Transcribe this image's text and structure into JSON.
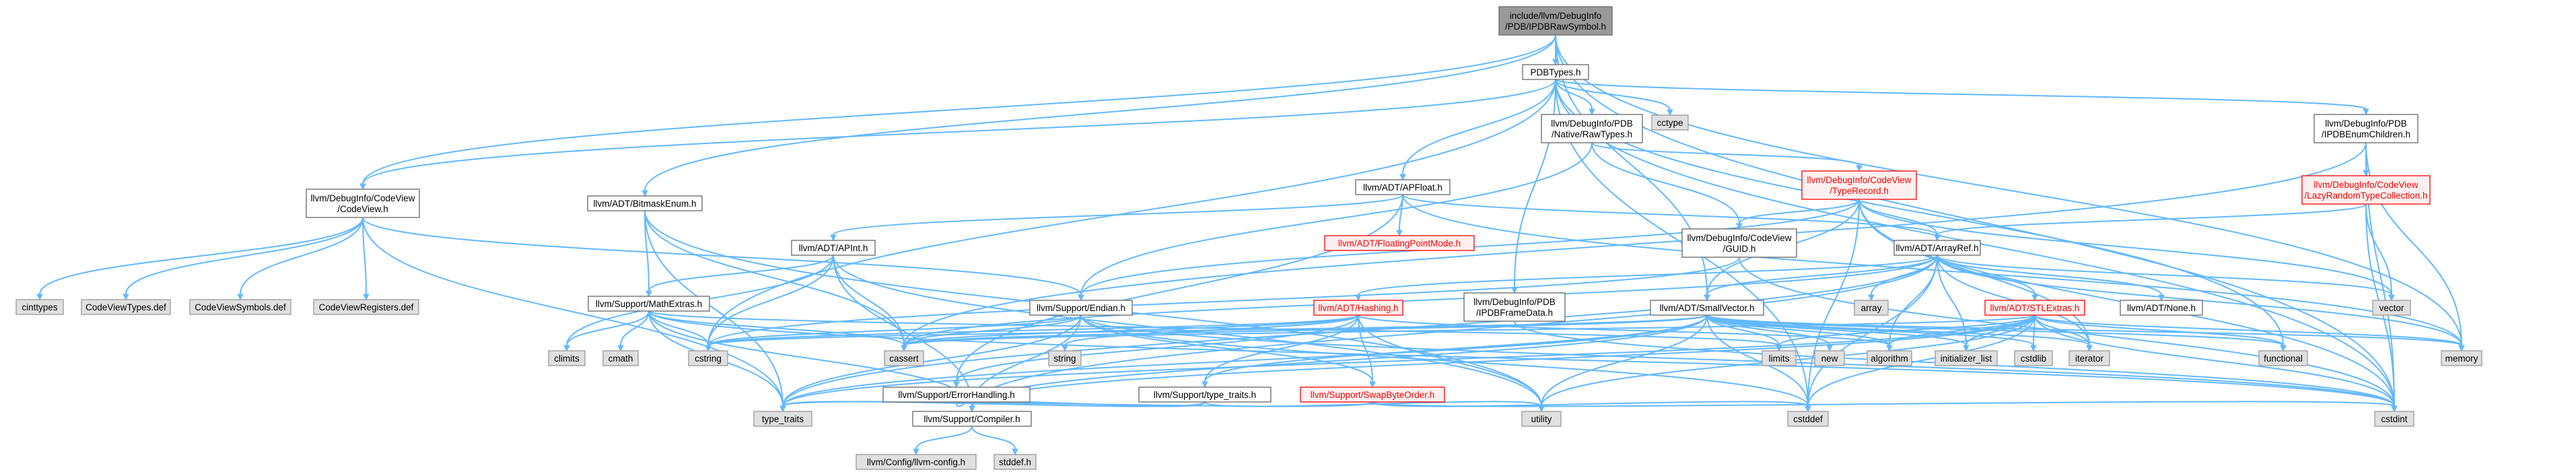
{
  "graph": {
    "colors": {
      "edge": "#63b8ff",
      "root_fill": "#999999",
      "node_fill": "#ffffff",
      "system_fill": "#e0e0e0",
      "missing_fill": "#fff0f0",
      "missing_border": "#ff0000"
    },
    "nodes": [
      {
        "id": "root",
        "lines": [
          "include/llvm/DebugInfo",
          "/PDB/IPDBRawSymbol.h"
        ],
        "style": "root"
      },
      {
        "id": "pdbtypes",
        "lines": [
          "PDBTypes.h"
        ],
        "style": "normal"
      },
      {
        "id": "codeview",
        "lines": [
          "llvm/DebugInfo/CodeView",
          "/CodeView.h"
        ],
        "style": "normal"
      },
      {
        "id": "bitmaskenum",
        "lines": [
          "llvm/ADT/BitmaskEnum.h"
        ],
        "style": "normal"
      },
      {
        "id": "apfloat",
        "lines": [
          "llvm/ADT/APFloat.h"
        ],
        "style": "normal"
      },
      {
        "id": "nativerawtypes",
        "lines": [
          "llvm/DebugInfo/PDB",
          "/Native/RawTypes.h"
        ],
        "style": "normal"
      },
      {
        "id": "cctype",
        "lines": [
          "cctype"
        ],
        "style": "system"
      },
      {
        "id": "ipdbenumchildren",
        "lines": [
          "llvm/DebugInfo/PDB",
          "/IPDBEnumChildren.h"
        ],
        "style": "normal"
      },
      {
        "id": "typerecord",
        "lines": [
          "llvm/DebugInfo/CodeView",
          "/TypeRecord.h"
        ],
        "style": "missing"
      },
      {
        "id": "lazyrandom",
        "lines": [
          "llvm/DebugInfo/CodeView",
          "/LazyRandomTypeCollection.h"
        ],
        "style": "missing"
      },
      {
        "id": "floatingpointmode",
        "lines": [
          "llvm/ADT/FloatingPointMode.h"
        ],
        "style": "missing"
      },
      {
        "id": "apint",
        "lines": [
          "llvm/ADT/APInt.h"
        ],
        "style": "normal"
      },
      {
        "id": "guid",
        "lines": [
          "llvm/DebugInfo/CodeView",
          "/GUID.h"
        ],
        "style": "normal"
      },
      {
        "id": "arrayref",
        "lines": [
          "llvm/ADT/ArrayRef.h"
        ],
        "style": "normal"
      },
      {
        "id": "cinttypes",
        "lines": [
          "cinttypes"
        ],
        "style": "system"
      },
      {
        "id": "cvtypes",
        "lines": [
          "CodeViewTypes.def"
        ],
        "style": "system"
      },
      {
        "id": "cvsymbols",
        "lines": [
          "CodeViewSymbols.def"
        ],
        "style": "system"
      },
      {
        "id": "cvregisters",
        "lines": [
          "CodeViewRegisters.def"
        ],
        "style": "system"
      },
      {
        "id": "mathextras",
        "lines": [
          "llvm/Support/MathExtras.h"
        ],
        "style": "normal"
      },
      {
        "id": "endian",
        "lines": [
          "llvm/Support/Endian.h"
        ],
        "style": "normal"
      },
      {
        "id": "hashing",
        "lines": [
          "llvm/ADT/Hashing.h"
        ],
        "style": "missing"
      },
      {
        "id": "pdbframedata",
        "lines": [
          "llvm/DebugInfo/PDB",
          "/IPDBFrameData.h"
        ],
        "style": "normal"
      },
      {
        "id": "smallvector",
        "lines": [
          "llvm/ADT/SmallVector.h"
        ],
        "style": "normal"
      },
      {
        "id": "array",
        "lines": [
          "array"
        ],
        "style": "system"
      },
      {
        "id": "stlextras",
        "lines": [
          "llvm/ADT/STLExtras.h"
        ],
        "style": "missing"
      },
      {
        "id": "none",
        "lines": [
          "llvm/ADT/None.h"
        ],
        "style": "normal"
      },
      {
        "id": "vector",
        "lines": [
          "vector"
        ],
        "style": "system"
      },
      {
        "id": "climits",
        "lines": [
          "climits"
        ],
        "style": "system"
      },
      {
        "id": "cmath",
        "lines": [
          "cmath"
        ],
        "style": "system"
      },
      {
        "id": "cstring",
        "lines": [
          "cstring"
        ],
        "style": "system"
      },
      {
        "id": "cassert",
        "lines": [
          "cassert"
        ],
        "style": "system"
      },
      {
        "id": "errorhandling",
        "lines": [
          "llvm/Support/ErrorHandling.h"
        ],
        "style": "normal"
      },
      {
        "id": "string",
        "lines": [
          "string"
        ],
        "style": "system"
      },
      {
        "id": "typetraits_h",
        "lines": [
          "llvm/Support/type_traits.h"
        ],
        "style": "normal"
      },
      {
        "id": "swapbyteorder",
        "lines": [
          "llvm/Support/SwapByteOrder.h"
        ],
        "style": "missing"
      },
      {
        "id": "limits",
        "lines": [
          "limits"
        ],
        "style": "system"
      },
      {
        "id": "new",
        "lines": [
          "new"
        ],
        "style": "system"
      },
      {
        "id": "algorithm",
        "lines": [
          "algorithm"
        ],
        "style": "system"
      },
      {
        "id": "initializer_list",
        "lines": [
          "initializer_list"
        ],
        "style": "system"
      },
      {
        "id": "cstdlib",
        "lines": [
          "cstdlib"
        ],
        "style": "system"
      },
      {
        "id": "iterator",
        "lines": [
          "iterator"
        ],
        "style": "system"
      },
      {
        "id": "functional",
        "lines": [
          "functional"
        ],
        "style": "system"
      },
      {
        "id": "memory",
        "lines": [
          "memory"
        ],
        "style": "system"
      },
      {
        "id": "type_traits",
        "lines": [
          "type_traits"
        ],
        "style": "system"
      },
      {
        "id": "compiler",
        "lines": [
          "llvm/Support/Compiler.h"
        ],
        "style": "normal"
      },
      {
        "id": "utility",
        "lines": [
          "utility"
        ],
        "style": "system"
      },
      {
        "id": "cstddef",
        "lines": [
          "cstddef"
        ],
        "style": "system"
      },
      {
        "id": "cstdint",
        "lines": [
          "cstdint"
        ],
        "style": "system"
      },
      {
        "id": "llvmconfig",
        "lines": [
          "llvm/Config/llvm-config.h"
        ],
        "style": "system"
      },
      {
        "id": "stddef",
        "lines": [
          "stddef.h"
        ],
        "style": "system"
      }
    ],
    "edges": [
      [
        "root",
        "pdbtypes"
      ],
      [
        "root",
        "codeview"
      ],
      [
        "root",
        "bitmaskenum"
      ],
      [
        "root",
        "smallvector"
      ],
      [
        "root",
        "memory"
      ],
      [
        "root",
        "cstdint"
      ],
      [
        "pdbtypes",
        "codeview"
      ],
      [
        "pdbtypes",
        "apfloat"
      ],
      [
        "pdbtypes",
        "nativerawtypes"
      ],
      [
        "pdbtypes",
        "pdbframedata"
      ],
      [
        "pdbtypes",
        "ipdbenumchildren"
      ],
      [
        "pdbtypes",
        "cctype"
      ],
      [
        "pdbtypes",
        "cstddef"
      ],
      [
        "pdbtypes",
        "cstdint"
      ],
      [
        "pdbtypes",
        "cstring"
      ],
      [
        "pdbtypes",
        "functional"
      ],
      [
        "codeview",
        "endian"
      ],
      [
        "codeview",
        "cinttypes"
      ],
      [
        "codeview",
        "cvtypes"
      ],
      [
        "codeview",
        "cvsymbols"
      ],
      [
        "codeview",
        "cvregisters"
      ],
      [
        "codeview",
        "type_traits"
      ],
      [
        "bitmaskenum",
        "mathextras"
      ],
      [
        "bitmaskenum",
        "cassert"
      ],
      [
        "bitmaskenum",
        "type_traits"
      ],
      [
        "bitmaskenum",
        "utility"
      ],
      [
        "apfloat",
        "apint"
      ],
      [
        "apfloat",
        "arrayref"
      ],
      [
        "apfloat",
        "floatingpointmode"
      ],
      [
        "apfloat",
        "errorhandling"
      ],
      [
        "apfloat",
        "memory"
      ],
      [
        "nativerawtypes",
        "guid"
      ],
      [
        "nativerawtypes",
        "typerecord"
      ],
      [
        "nativerawtypes",
        "endian"
      ],
      [
        "ipdbenumchildren",
        "lazyrandom"
      ],
      [
        "ipdbenumchildren",
        "cassert"
      ],
      [
        "ipdbenumchildren",
        "cstdint"
      ],
      [
        "ipdbenumchildren",
        "memory"
      ],
      [
        "typerecord",
        "apsint_skip"
      ],
      [
        "typerecord",
        "arrayref"
      ],
      [
        "typerecord",
        "guid"
      ],
      [
        "typerecord",
        "smallvector"
      ],
      [
        "typerecord",
        "endian"
      ],
      [
        "typerecord",
        "vector"
      ],
      [
        "typerecord",
        "cstdint"
      ],
      [
        "typerecord",
        "iterator"
      ],
      [
        "typerecord",
        "cstddef"
      ],
      [
        "lazyrandom",
        "arrayref"
      ],
      [
        "lazyrandom",
        "vector"
      ],
      [
        "lazyrandom",
        "cstdint"
      ],
      [
        "apint",
        "mathextras"
      ],
      [
        "apint",
        "cassert"
      ],
      [
        "apint",
        "climits"
      ],
      [
        "apint",
        "cstring"
      ],
      [
        "apint",
        "utility"
      ],
      [
        "apint",
        "compiler"
      ],
      [
        "guid",
        "cstdint"
      ],
      [
        "guid",
        "cstring"
      ],
      [
        "arrayref",
        "hashing"
      ],
      [
        "arrayref",
        "smallvector"
      ],
      [
        "arrayref",
        "stlextras"
      ],
      [
        "arrayref",
        "none"
      ],
      [
        "arrayref",
        "array"
      ],
      [
        "arrayref",
        "algorithm"
      ],
      [
        "arrayref",
        "cassert"
      ],
      [
        "arrayref",
        "cstddef"
      ],
      [
        "arrayref",
        "initializer_list"
      ],
      [
        "arrayref",
        "iterator"
      ],
      [
        "arrayref",
        "memory"
      ],
      [
        "arrayref",
        "type_traits"
      ],
      [
        "arrayref",
        "vector"
      ],
      [
        "arrayref",
        "compiler"
      ],
      [
        "mathextras",
        "compiler"
      ],
      [
        "mathextras",
        "cassert"
      ],
      [
        "mathextras",
        "climits"
      ],
      [
        "mathextras",
        "cmath"
      ],
      [
        "mathextras",
        "cstdint"
      ],
      [
        "mathextras",
        "cstring"
      ],
      [
        "mathextras",
        "limits"
      ],
      [
        "mathextras",
        "type_traits"
      ],
      [
        "endian",
        "compiler"
      ],
      [
        "endian",
        "swapbyteorder"
      ],
      [
        "endian",
        "cassert"
      ],
      [
        "endian",
        "cstddef"
      ],
      [
        "endian",
        "cstdint"
      ],
      [
        "endian",
        "cstring"
      ],
      [
        "endian",
        "type_traits"
      ],
      [
        "hashing",
        "errorhandling"
      ],
      [
        "hashing",
        "swapbyteorder"
      ],
      [
        "hashing",
        "typetraits_h"
      ],
      [
        "hashing",
        "algorithm"
      ],
      [
        "hashing",
        "cassert"
      ],
      [
        "hashing",
        "cstring"
      ],
      [
        "hashing",
        "string"
      ],
      [
        "hashing",
        "utility"
      ],
      [
        "pdbframedata",
        "cstdint"
      ],
      [
        "smallvector",
        "compiler"
      ],
      [
        "smallvector",
        "typetraits_h"
      ],
      [
        "smallvector",
        "algorithm"
      ],
      [
        "smallvector",
        "cassert"
      ],
      [
        "smallvector",
        "cstddef"
      ],
      [
        "smallvector",
        "cstdlib"
      ],
      [
        "smallvector",
        "cstring"
      ],
      [
        "smallvector",
        "functional"
      ],
      [
        "smallvector",
        "initializer_list"
      ],
      [
        "smallvector",
        "iterator"
      ],
      [
        "smallvector",
        "limits"
      ],
      [
        "smallvector",
        "memory"
      ],
      [
        "smallvector",
        "new"
      ],
      [
        "smallvector",
        "type_traits"
      ],
      [
        "smallvector",
        "utility"
      ],
      [
        "stlextras",
        "algorithm"
      ],
      [
        "stlextras",
        "cassert"
      ],
      [
        "stlextras",
        "cstddef"
      ],
      [
        "stlextras",
        "cstdint"
      ],
      [
        "stlextras",
        "cstdlib"
      ],
      [
        "stlextras",
        "functional"
      ],
      [
        "stlextras",
        "initializer_list"
      ],
      [
        "stlextras",
        "iterator"
      ],
      [
        "stlextras",
        "limits"
      ],
      [
        "stlextras",
        "memory"
      ],
      [
        "stlextras",
        "type_traits"
      ],
      [
        "stlextras",
        "utility"
      ],
      [
        "stlextras",
        "compiler"
      ],
      [
        "errorhandling",
        "compiler"
      ],
      [
        "typetraits_h",
        "compiler"
      ],
      [
        "typetraits_h",
        "type_traits"
      ],
      [
        "typetraits_h",
        "utility"
      ],
      [
        "swapbyteorder",
        "cstddef"
      ],
      [
        "swapbyteorder",
        "cstdint"
      ],
      [
        "swapbyteorder",
        "type_traits"
      ],
      [
        "compiler",
        "llvmconfig"
      ],
      [
        "compiler",
        "stddef"
      ]
    ]
  }
}
